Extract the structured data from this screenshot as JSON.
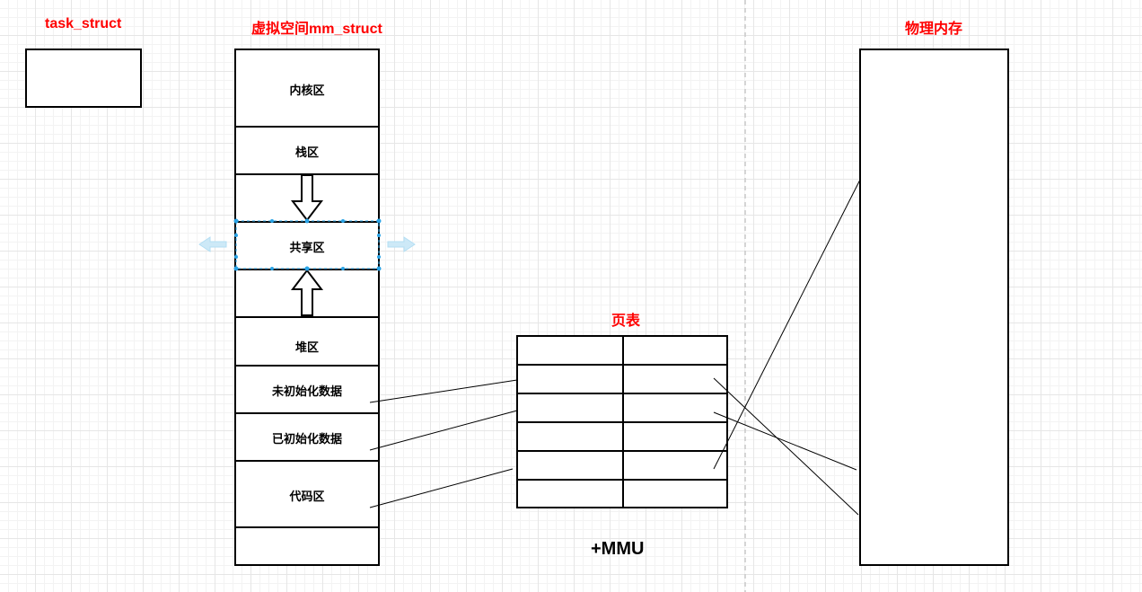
{
  "titles": {
    "task_struct": "task_struct",
    "virtual_space": "虚拟空间mm_struct",
    "physical_memory": "物理内存",
    "page_table": "页表"
  },
  "segments": {
    "kernel": "内核区",
    "stack": "栈区",
    "shared": "共享区",
    "heap": "堆区",
    "bss": "未初始化数据",
    "data": "已初始化数据",
    "code": "代码区"
  },
  "mmu_label": "+MMU",
  "page_table": {
    "rows": 6,
    "cols": 2
  },
  "colors": {
    "title": "#ff0000",
    "border": "#000000",
    "selection": "#29a3e6",
    "grid": "#e6e6e6"
  }
}
